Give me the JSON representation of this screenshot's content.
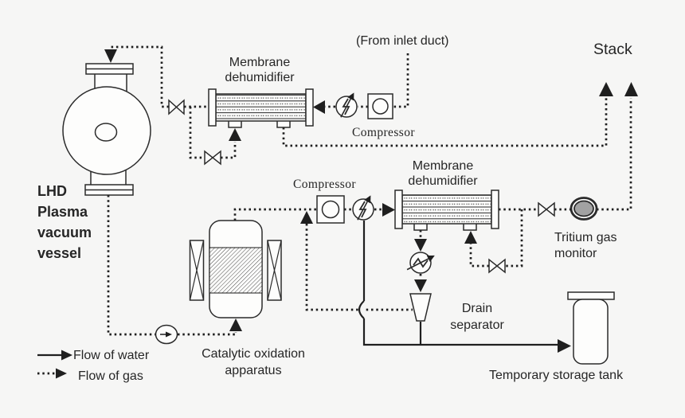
{
  "colors": {
    "background": "#f6f6f5",
    "line": "#1f1f1f",
    "equipment_stroke": "#2b2b2b",
    "monitor_fill": "#a2a2a2"
  },
  "source": {
    "inlet_label": "(From inlet duct)"
  },
  "stack": {
    "label": "Stack"
  },
  "vessel": {
    "line1": "LHD",
    "line2": "Plasma",
    "line3": "vacuum",
    "line4": "vessel"
  },
  "loop1": {
    "dehumidifier": {
      "line1": "Membrane",
      "line2": "dehumidifier"
    },
    "compressor": {
      "label": "Compressor"
    }
  },
  "loop2": {
    "compressor": {
      "label": "Compressor"
    },
    "dehumidifier": {
      "line1": "Membrane",
      "line2": "dehumidifier"
    },
    "catalytic": {
      "line1": "Catalytic oxidation",
      "line2": "apparatus"
    },
    "drain_separator": {
      "line1": "Drain",
      "line2": "separator"
    },
    "tritium_monitor": {
      "line1": "Tritium gas",
      "line2": "monitor"
    },
    "storage_tank": {
      "label": "Temporary storage tank"
    }
  },
  "legend": {
    "water": "Flow of water",
    "gas": "Flow of gas"
  }
}
